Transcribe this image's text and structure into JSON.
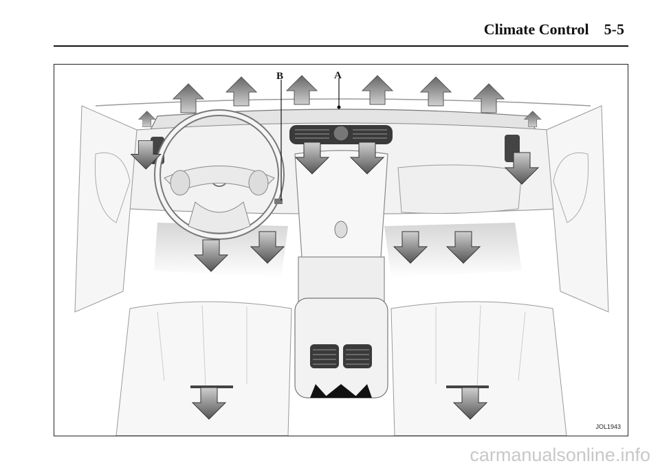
{
  "header": {
    "section": "Climate Control",
    "page": "5-5"
  },
  "figure": {
    "label_a": "A",
    "label_b": "B",
    "code": "JOL1943"
  },
  "watermark": "carmanualsonline.info",
  "colors": {
    "ink": "#111111",
    "arrow_fill": "#8a8a8a",
    "interior_fill": "#ececec"
  },
  "icons": [
    "arrow-up-icon",
    "arrow-down-icon"
  ]
}
